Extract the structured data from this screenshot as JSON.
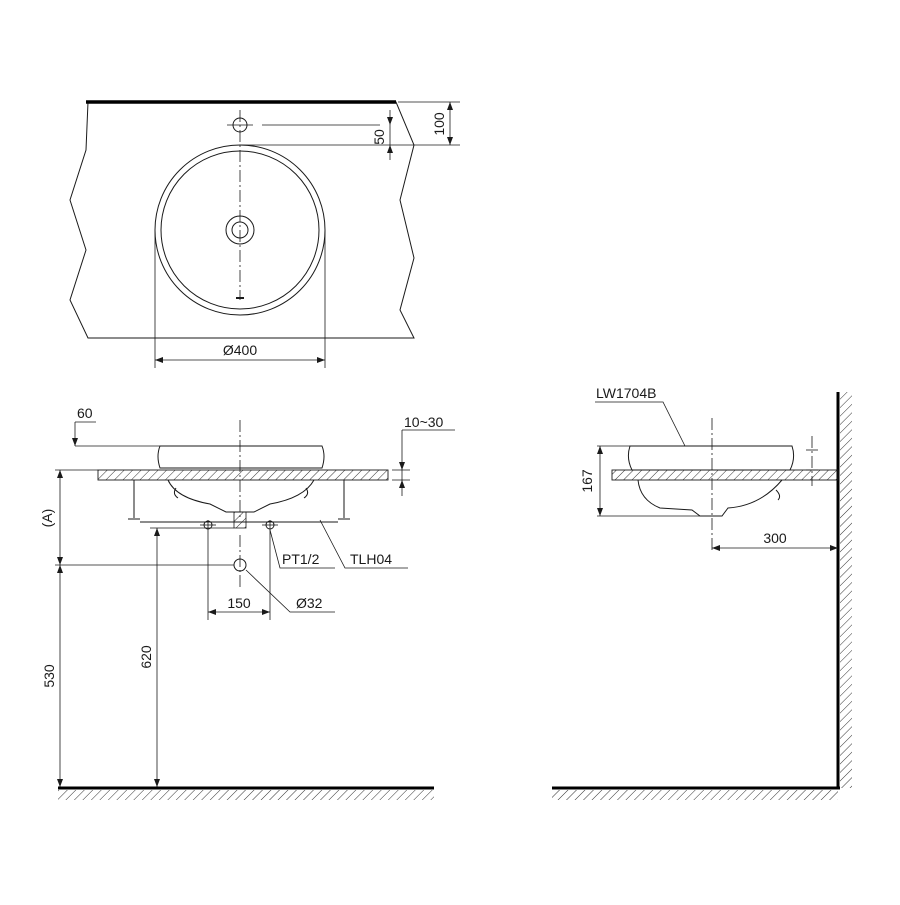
{
  "top_view": {
    "dim_diameter": "Ø400",
    "dim_tap_from_edge": "100",
    "dim_tap_to_bowl": "50"
  },
  "front_view": {
    "dim_overhang": "60",
    "dim_counter_thickness": "10~30",
    "dim_a": "(A)",
    "label_pt": "PT1/2",
    "label_tlh": "TLH04",
    "dim_supply_spacing": "150",
    "dim_drain": "Ø32",
    "dim_530": "530",
    "dim_620": "620"
  },
  "side_view": {
    "model": "LW1704B",
    "dim_height": "167",
    "dim_wall": "300"
  }
}
